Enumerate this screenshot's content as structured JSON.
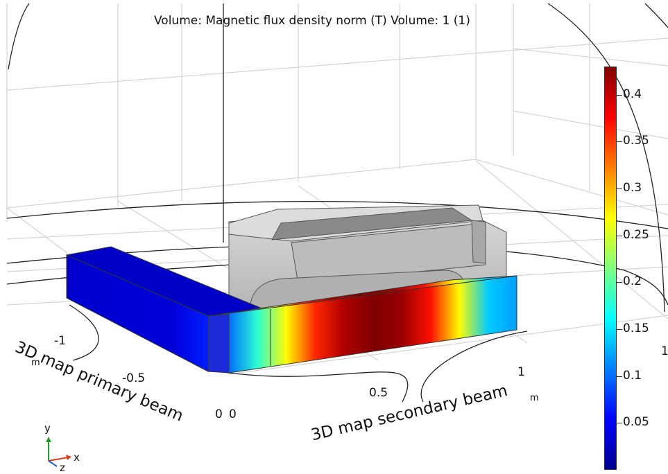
{
  "title": "Volume: Magnetic flux density norm (T)  Volume: 1 (1)",
  "colors": {
    "colormap": [
      "#00008f",
      "#0000ff",
      "#007fff",
      "#00ffff",
      "#7fff7f",
      "#ffff00",
      "#ff7f00",
      "#ff0000",
      "#7f0000"
    ],
    "geometry_gray": "#c8c8c8",
    "grid_line": "#d4d4d4",
    "axis_x": "#d04020",
    "axis_y": "#2a9a2a",
    "axis_z": "#2060d0"
  },
  "chart_data": {
    "type": "heatmap",
    "title": "Volume: Magnetic flux density norm (T)  Volume: 1 (1)",
    "quantity": "Magnetic flux density norm",
    "unit": "T",
    "colorbar": {
      "min": 0.0,
      "max": 0.43,
      "ticks": [
        0.05,
        0.1,
        0.15,
        0.2,
        0.25,
        0.3,
        0.35,
        0.4
      ],
      "tick_labels": [
        "0.05",
        "0.1",
        "0.15",
        "0.2",
        "0.25",
        "0.3",
        "0.35",
        "0.4"
      ],
      "colormap": "rainbow"
    },
    "axes": {
      "primary": {
        "label": "3D map primary beam",
        "unit": "m",
        "ticks": [
          -1,
          -0.5,
          0
        ],
        "tick_labels": [
          "-1",
          "-0.5",
          "0"
        ]
      },
      "secondary": {
        "label": "3D map secondary beam",
        "unit": "m",
        "ticks": [
          0,
          0.5,
          1
        ],
        "tick_labels": [
          "0",
          "0.5",
          "1"
        ]
      },
      "edge_tick_label": "1",
      "triad": [
        "x",
        "y",
        "z"
      ]
    },
    "secondary_beam_profile": [
      {
        "position": 0.0,
        "value": 0.1
      },
      {
        "position": 0.1,
        "value": 0.18
      },
      {
        "position": 0.2,
        "value": 0.27
      },
      {
        "position": 0.3,
        "value": 0.36
      },
      {
        "position": 0.4,
        "value": 0.41
      },
      {
        "position": 0.5,
        "value": 0.43
      },
      {
        "position": 0.6,
        "value": 0.42
      },
      {
        "position": 0.7,
        "value": 0.37
      },
      {
        "position": 0.8,
        "value": 0.27
      },
      {
        "position": 0.9,
        "value": 0.14
      },
      {
        "position": 1.0,
        "value": 0.12
      }
    ],
    "primary_beam_value": 0.03,
    "grid": true
  }
}
